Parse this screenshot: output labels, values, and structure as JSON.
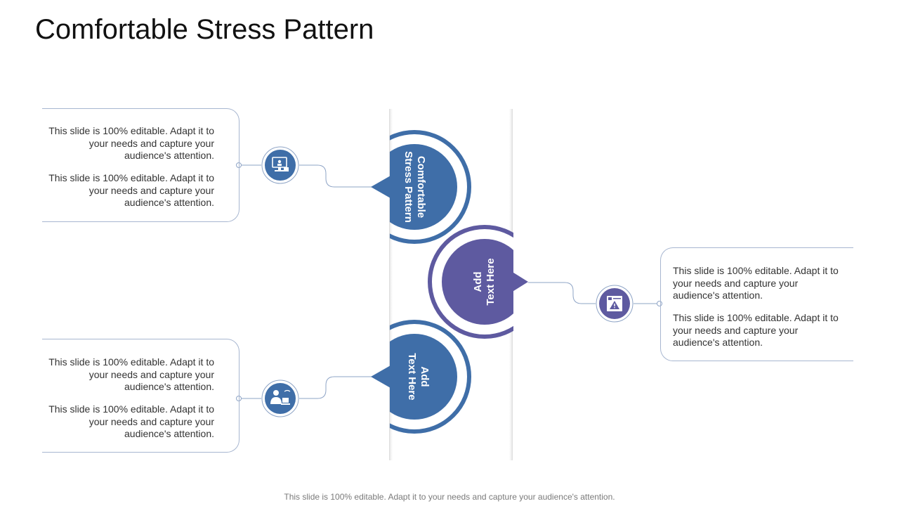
{
  "title": "Comfortable Stress Pattern",
  "footer": "This slide is 100% editable. Adapt it to your needs and capture your audience's attention.",
  "colors": {
    "blue": "#3f6ea8",
    "purple": "#5e5aa0",
    "line": "#9fb2cf"
  },
  "stages": [
    {
      "label_lines": [
        "Comfortable",
        "Stress Pattern"
      ],
      "icon": "monitor-presentation-icon",
      "color": "#3f6ea8"
    },
    {
      "label_lines": [
        "Add",
        "Text Here"
      ],
      "icon": "warning-document-icon",
      "color": "#5e5aa0"
    },
    {
      "label_lines": [
        "Add",
        "Text Here"
      ],
      "icon": "user-computer-icon",
      "color": "#3f6ea8"
    }
  ],
  "boxes": [
    {
      "p1": [
        "This slide is 100% editable. Adapt it to",
        "your needs and capture your",
        "audience's attention."
      ],
      "p2": [
        "This slide is 100% editable. Adapt it to",
        "your needs and capture your",
        "audience's attention."
      ]
    },
    {
      "p1": [
        "This slide is 100% editable. Adapt it to",
        "your needs and capture your",
        "audience's attention."
      ],
      "p2": [
        "This slide is 100% editable. Adapt it to",
        "your needs and capture your",
        "audience's attention."
      ]
    },
    {
      "p1": [
        "This slide is 100% editable. Adapt it to",
        "your needs and capture your",
        "audience's attention."
      ],
      "p2": [
        "This slide is 100% editable. Adapt it to",
        "your needs and capture your",
        "audience's attention."
      ]
    }
  ]
}
